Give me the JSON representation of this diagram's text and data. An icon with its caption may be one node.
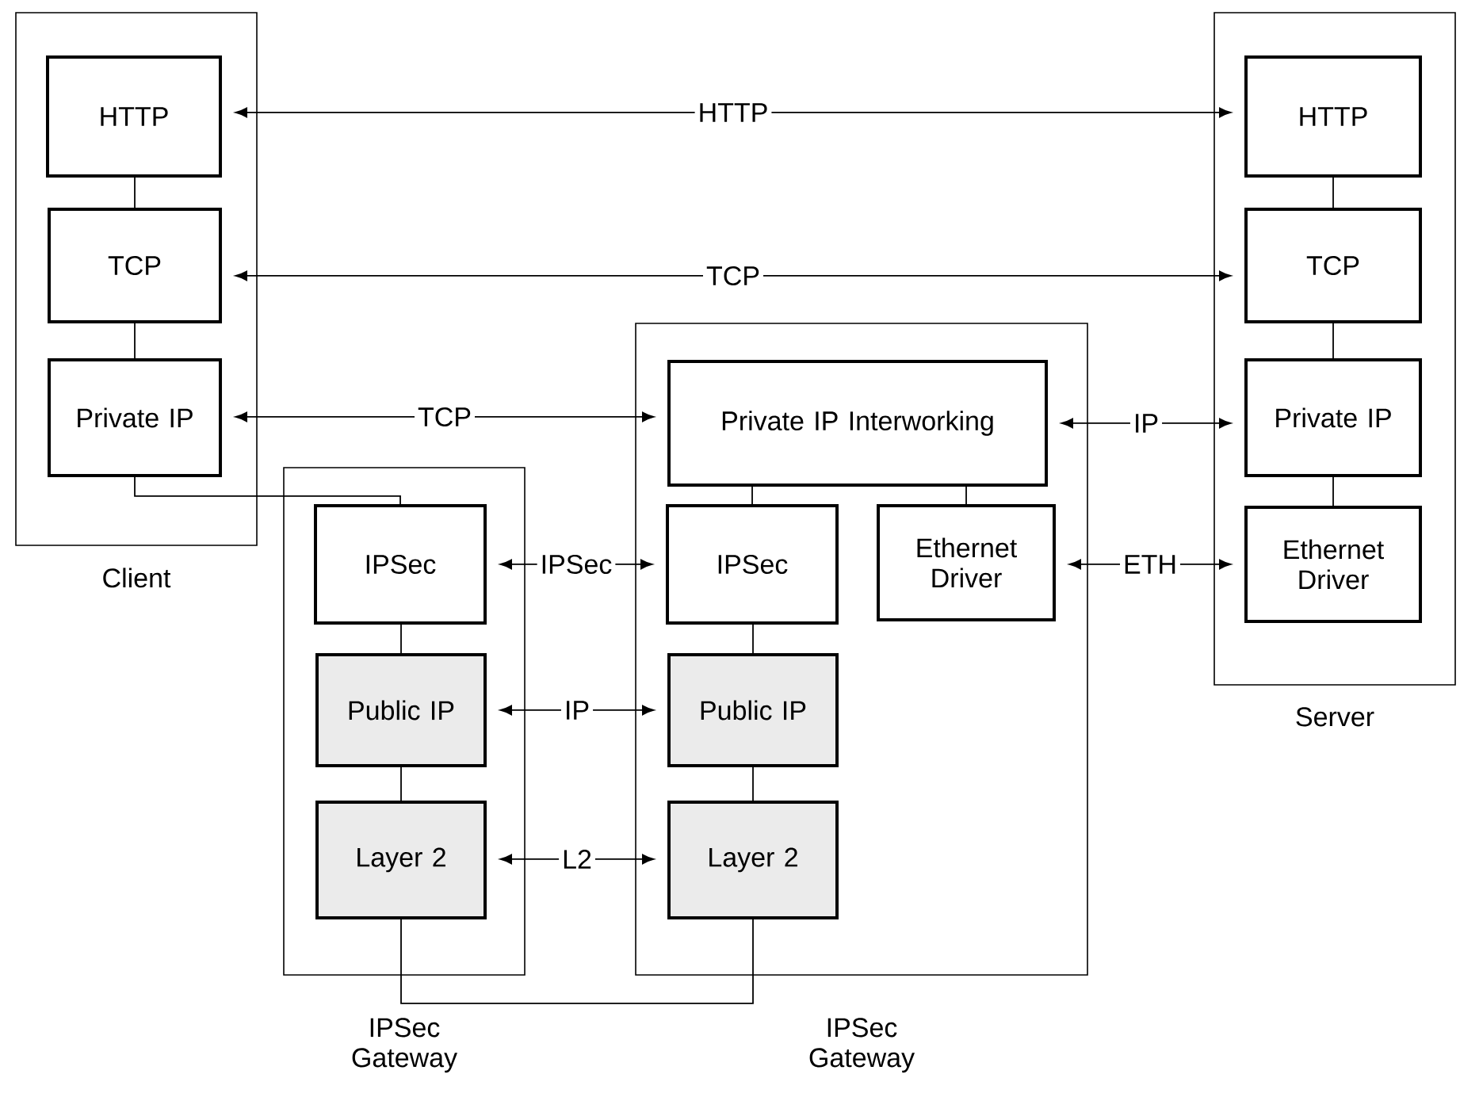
{
  "diagram": {
    "nodes": [
      {
        "text": [
          "Client"
        ]
      },
      {
        "text": [
          "HTTP"
        ],
        "in": 0
      },
      {
        "text": [
          "TCP"
        ],
        "in": 0
      },
      {
        "text": [
          "Private IP"
        ],
        "in": 0
      },
      {
        "text": [
          "Server"
        ]
      },
      {
        "text": [
          "HTTP"
        ],
        "in": 4
      },
      {
        "text": [
          "TCP"
        ],
        "in": 4
      },
      {
        "text": [
          "Private IP"
        ],
        "in": 4
      },
      {
        "text": [
          "Ethernet Driver"
        ],
        "in": 4
      },
      {
        "text": [
          "IPSec Gateway"
        ]
      },
      {
        "text": [
          "IPSec"
        ],
        "in": 9
      },
      {
        "text": [
          "Public IP"
        ],
        "in": 9
      },
      {
        "text": [
          "Layer 2"
        ],
        "in": 9
      },
      {
        "text": [
          "IPSec Gateway"
        ]
      },
      {
        "text": [
          "Private IP Interworking"
        ],
        "in": 13
      },
      {
        "text": [
          "IPSec"
        ],
        "in": 13
      },
      {
        "text": [
          "Ethernet Driver"
        ],
        "in": 13
      },
      {
        "text": [
          "Public IP"
        ],
        "in": 13
      },
      {
        "text": [
          "Layer 2"
        ],
        "in": 13
      }
    ],
    "edges": [
      {
        "from": 1,
        "to": 5,
        "arrow": "both",
        "label": "HTTP"
      },
      {
        "from": 2,
        "to": 6,
        "arrow": "both",
        "label": "TCP"
      },
      {
        "from": 3,
        "to": 14,
        "arrow": "both",
        "label": "TCP"
      },
      {
        "from": 14,
        "to": 7,
        "arrow": "both",
        "label": "IP"
      },
      {
        "from": 16,
        "to": 8,
        "arrow": "both",
        "label": "ETH"
      },
      {
        "from": 10,
        "to": 15,
        "arrow": "both",
        "label": "IPSec"
      },
      {
        "from": 11,
        "to": 17,
        "arrow": "both",
        "label": "IP"
      },
      {
        "from": 12,
        "to": 18,
        "arrow": "both",
        "label": "L2"
      },
      {
        "from": 1,
        "to": 2,
        "arrow": "none"
      },
      {
        "from": 2,
        "to": 3,
        "arrow": "none"
      },
      {
        "from": 5,
        "to": 6,
        "arrow": "none"
      },
      {
        "from": 6,
        "to": 7,
        "arrow": "none"
      },
      {
        "from": 7,
        "to": 8,
        "arrow": "none"
      },
      {
        "from": 3,
        "to": 10,
        "arrow": "none"
      },
      {
        "from": 10,
        "to": 11,
        "arrow": "none"
      },
      {
        "from": 11,
        "to": 12,
        "arrow": "none"
      },
      {
        "from": 14,
        "to": 15,
        "arrow": "none"
      },
      {
        "from": 14,
        "to": 16,
        "arrow": "none"
      },
      {
        "from": 15,
        "to": 17,
        "arrow": "none"
      },
      {
        "from": 17,
        "to": 18,
        "arrow": "none"
      },
      {
        "from": 12,
        "to": 18,
        "arrow": "none"
      }
    ]
  }
}
